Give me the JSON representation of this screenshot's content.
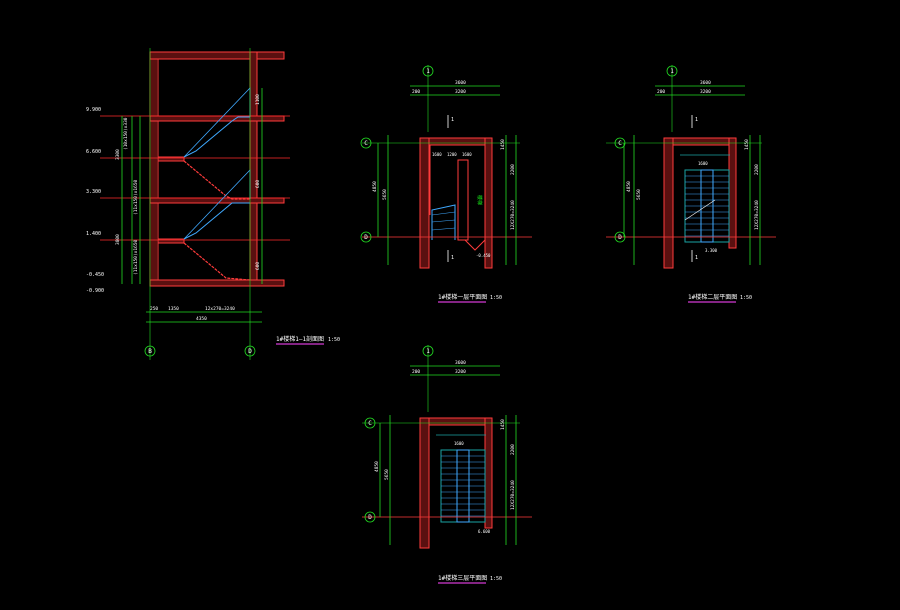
{
  "colors": {
    "background": "#000000",
    "wall": "#ff3b3b",
    "wall_hatch": "#ff7a7a",
    "dimension": "#22dd22",
    "stair": "#3fa9ff",
    "stair_fill": "#1aa3a3",
    "text": "#ffffff",
    "axis_text": "#ffffff",
    "title_underline": "#d23bd2",
    "level_line": "#ff2a2a"
  },
  "section": {
    "title": "1#楼梯1—1剖面图",
    "scale": "1:50",
    "levels": [
      "9.900",
      "6.600",
      "3.300",
      "1.400",
      "-0.450",
      "-0.900"
    ],
    "dims_left": [
      "(10x150)x330",
      "3300",
      "(11x150)x1650",
      "(11x150)x1650",
      "3800"
    ],
    "dims_right": [
      "1100",
      "600",
      "600"
    ],
    "bottom_dims": [
      "250",
      "1350",
      "12x270=3240"
    ],
    "bottom_total": "4350",
    "axes": [
      "B",
      "D"
    ]
  },
  "plan1": {
    "title": "1#楼梯一层平面图",
    "scale": "1:50",
    "axis_top": "1",
    "axes_left": [
      "C",
      "D"
    ],
    "top_dims": [
      "3600",
      "200",
      "3200"
    ],
    "side_dims": [
      "4850",
      "5650"
    ],
    "right_dims": [
      "1450",
      "2200",
      "12X270=3240"
    ],
    "inner_labels": [
      "1600",
      "1200",
      "1600"
    ],
    "bottom_label": "-0.450",
    "cut_marks": [
      "1",
      "1"
    ],
    "room_label": "楼梯"
  },
  "plan2": {
    "title": "1#楼梯二层平面图",
    "scale": "1:50",
    "axis_top": "1",
    "axes_left": [
      "C",
      "D"
    ],
    "top_dims": [
      "3600",
      "200",
      "3200"
    ],
    "side_dims": [
      "4850",
      "5650"
    ],
    "right_dims": [
      "1450",
      "2200",
      "12X270=3240"
    ],
    "inner_labels": [
      "1600",
      "3.300"
    ],
    "bottom_label": "3.300",
    "cut_marks": [
      "1",
      "1"
    ]
  },
  "plan3": {
    "title": "1#楼梯三层平面图",
    "scale": "1:50",
    "axis_top": "1",
    "axes_left": [
      "C",
      "D"
    ],
    "top_dims": [
      "3600",
      "200",
      "3200"
    ],
    "side_dims": [
      "4850",
      "5650"
    ],
    "right_dims": [
      "1450",
      "2200",
      "12X270=3240"
    ],
    "inner_labels": [
      "1600",
      "6.600"
    ],
    "bottom_label": "6.600"
  }
}
